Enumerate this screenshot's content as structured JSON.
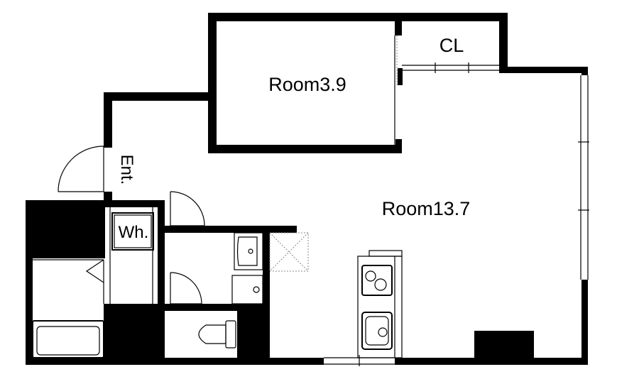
{
  "labels": {
    "room_small": "Room3.9",
    "closet": "CL",
    "entrance": "Ent.",
    "room_main": "Room13.7",
    "washer": "Wh."
  },
  "colors": {
    "wall": "#000000",
    "background": "#ffffff"
  }
}
